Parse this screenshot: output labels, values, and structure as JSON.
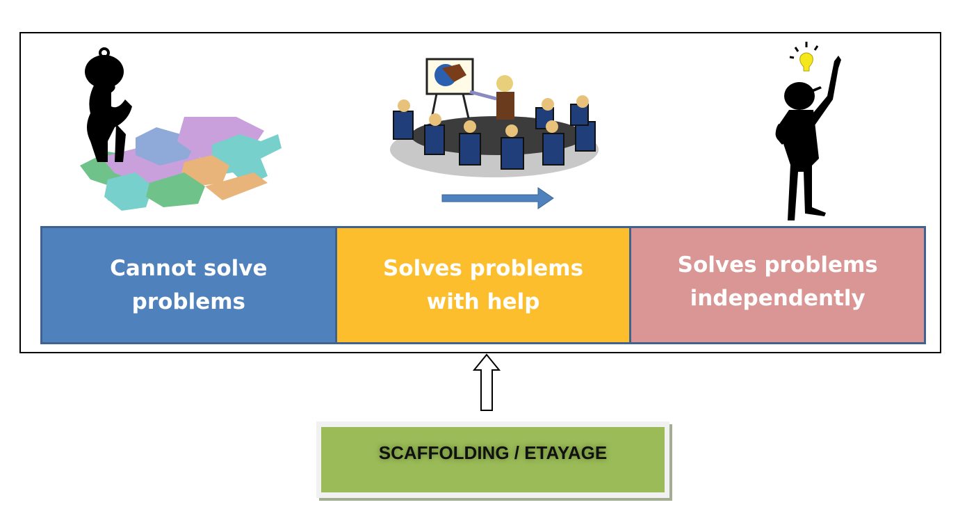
{
  "diagram": {
    "stages": [
      {
        "line1": "Cannot solve",
        "line2": "problems",
        "color": "#4f81bd"
      },
      {
        "line1": "Solves problems",
        "line2": "with help",
        "color": "#fcbe2c"
      },
      {
        "line1": "Solves problems",
        "line2": "independently",
        "color": "#d99694"
      }
    ],
    "illustrations": [
      {
        "icon": "confused-person-on-puzzle-icon"
      },
      {
        "icon": "teacher-classroom-meeting-icon"
      },
      {
        "icon": "person-with-idea-lightbulb-icon"
      }
    ],
    "progress_arrow": {
      "icon": "right-arrow-icon",
      "color": "#4f81bd"
    },
    "support_arrow": {
      "icon": "up-arrow-icon"
    },
    "scaffolding": {
      "label": "SCAFFOLDING / ETAYAGE",
      "color": "#9bbb59"
    }
  }
}
